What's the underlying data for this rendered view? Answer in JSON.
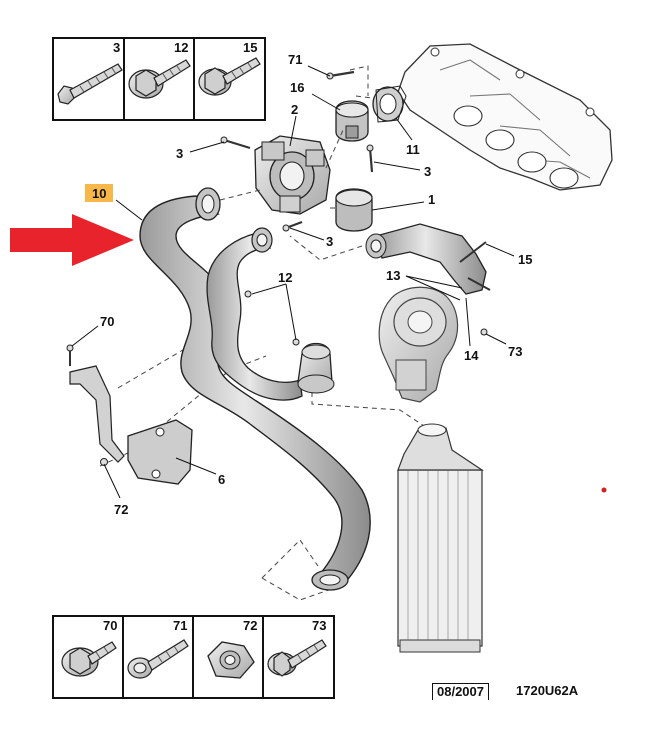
{
  "diagram": {
    "highlight_label": "10",
    "labels": {
      "l71_top": "71",
      "l16": "16",
      "l2": "2",
      "l11": "11",
      "l3_a": "3",
      "l3_b": "3",
      "l1": "1",
      "l3_c": "3",
      "l15": "15",
      "l12": "12",
      "l13": "13",
      "l14": "14",
      "l73": "73",
      "l70": "70",
      "l6": "6",
      "l72": "72"
    },
    "top_boxes": [
      "3",
      "12",
      "15"
    ],
    "bottom_boxes": [
      "70",
      "71",
      "72",
      "73"
    ],
    "footer": {
      "date": "08/2007",
      "ref": "1720U62A"
    },
    "colors": {
      "arrow": "#e8232b",
      "highlight": "#f7b749",
      "part_fill": "#d4d4d4",
      "outline": "#222222"
    }
  }
}
